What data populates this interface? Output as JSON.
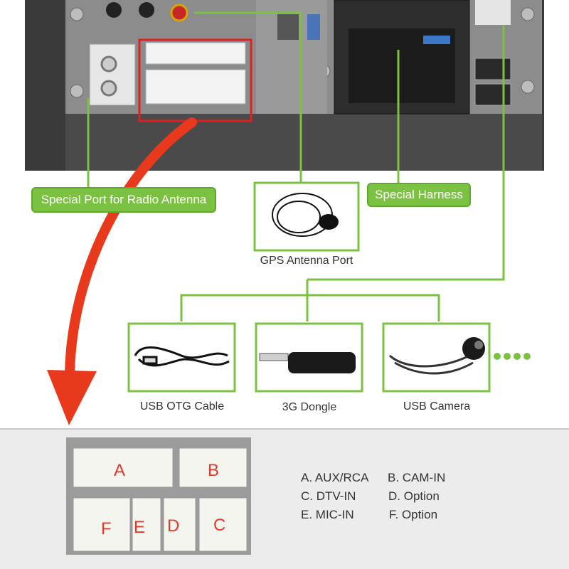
{
  "labels": {
    "radio_antenna": "Special Port for Radio Antenna",
    "special_harness": "Special Harness",
    "gps": "GPS Antenna Port",
    "usb_otg": "USB OTG Cable",
    "dongle": "3G Dongle",
    "usb_camera": "USB Camera"
  },
  "connector_letters": {
    "a": "A",
    "b": "B",
    "c": "C",
    "d": "D",
    "e": "E",
    "f": "F"
  },
  "legend": {
    "a": "A. AUX/RCA",
    "b": "B. CAM-IN",
    "c": "C. DTV-IN",
    "d": "D. Option",
    "e": "E. MIC-IN",
    "f": "F. Option"
  },
  "colors": {
    "accent_green": "#7cc242",
    "arrow_red": "#e8391d",
    "highlight_red": "#e02020"
  },
  "icons": [
    "gps-antenna-icon",
    "usb-cable-icon",
    "3g-dongle-icon",
    "usb-camera-icon",
    "more-dots-icon"
  ]
}
